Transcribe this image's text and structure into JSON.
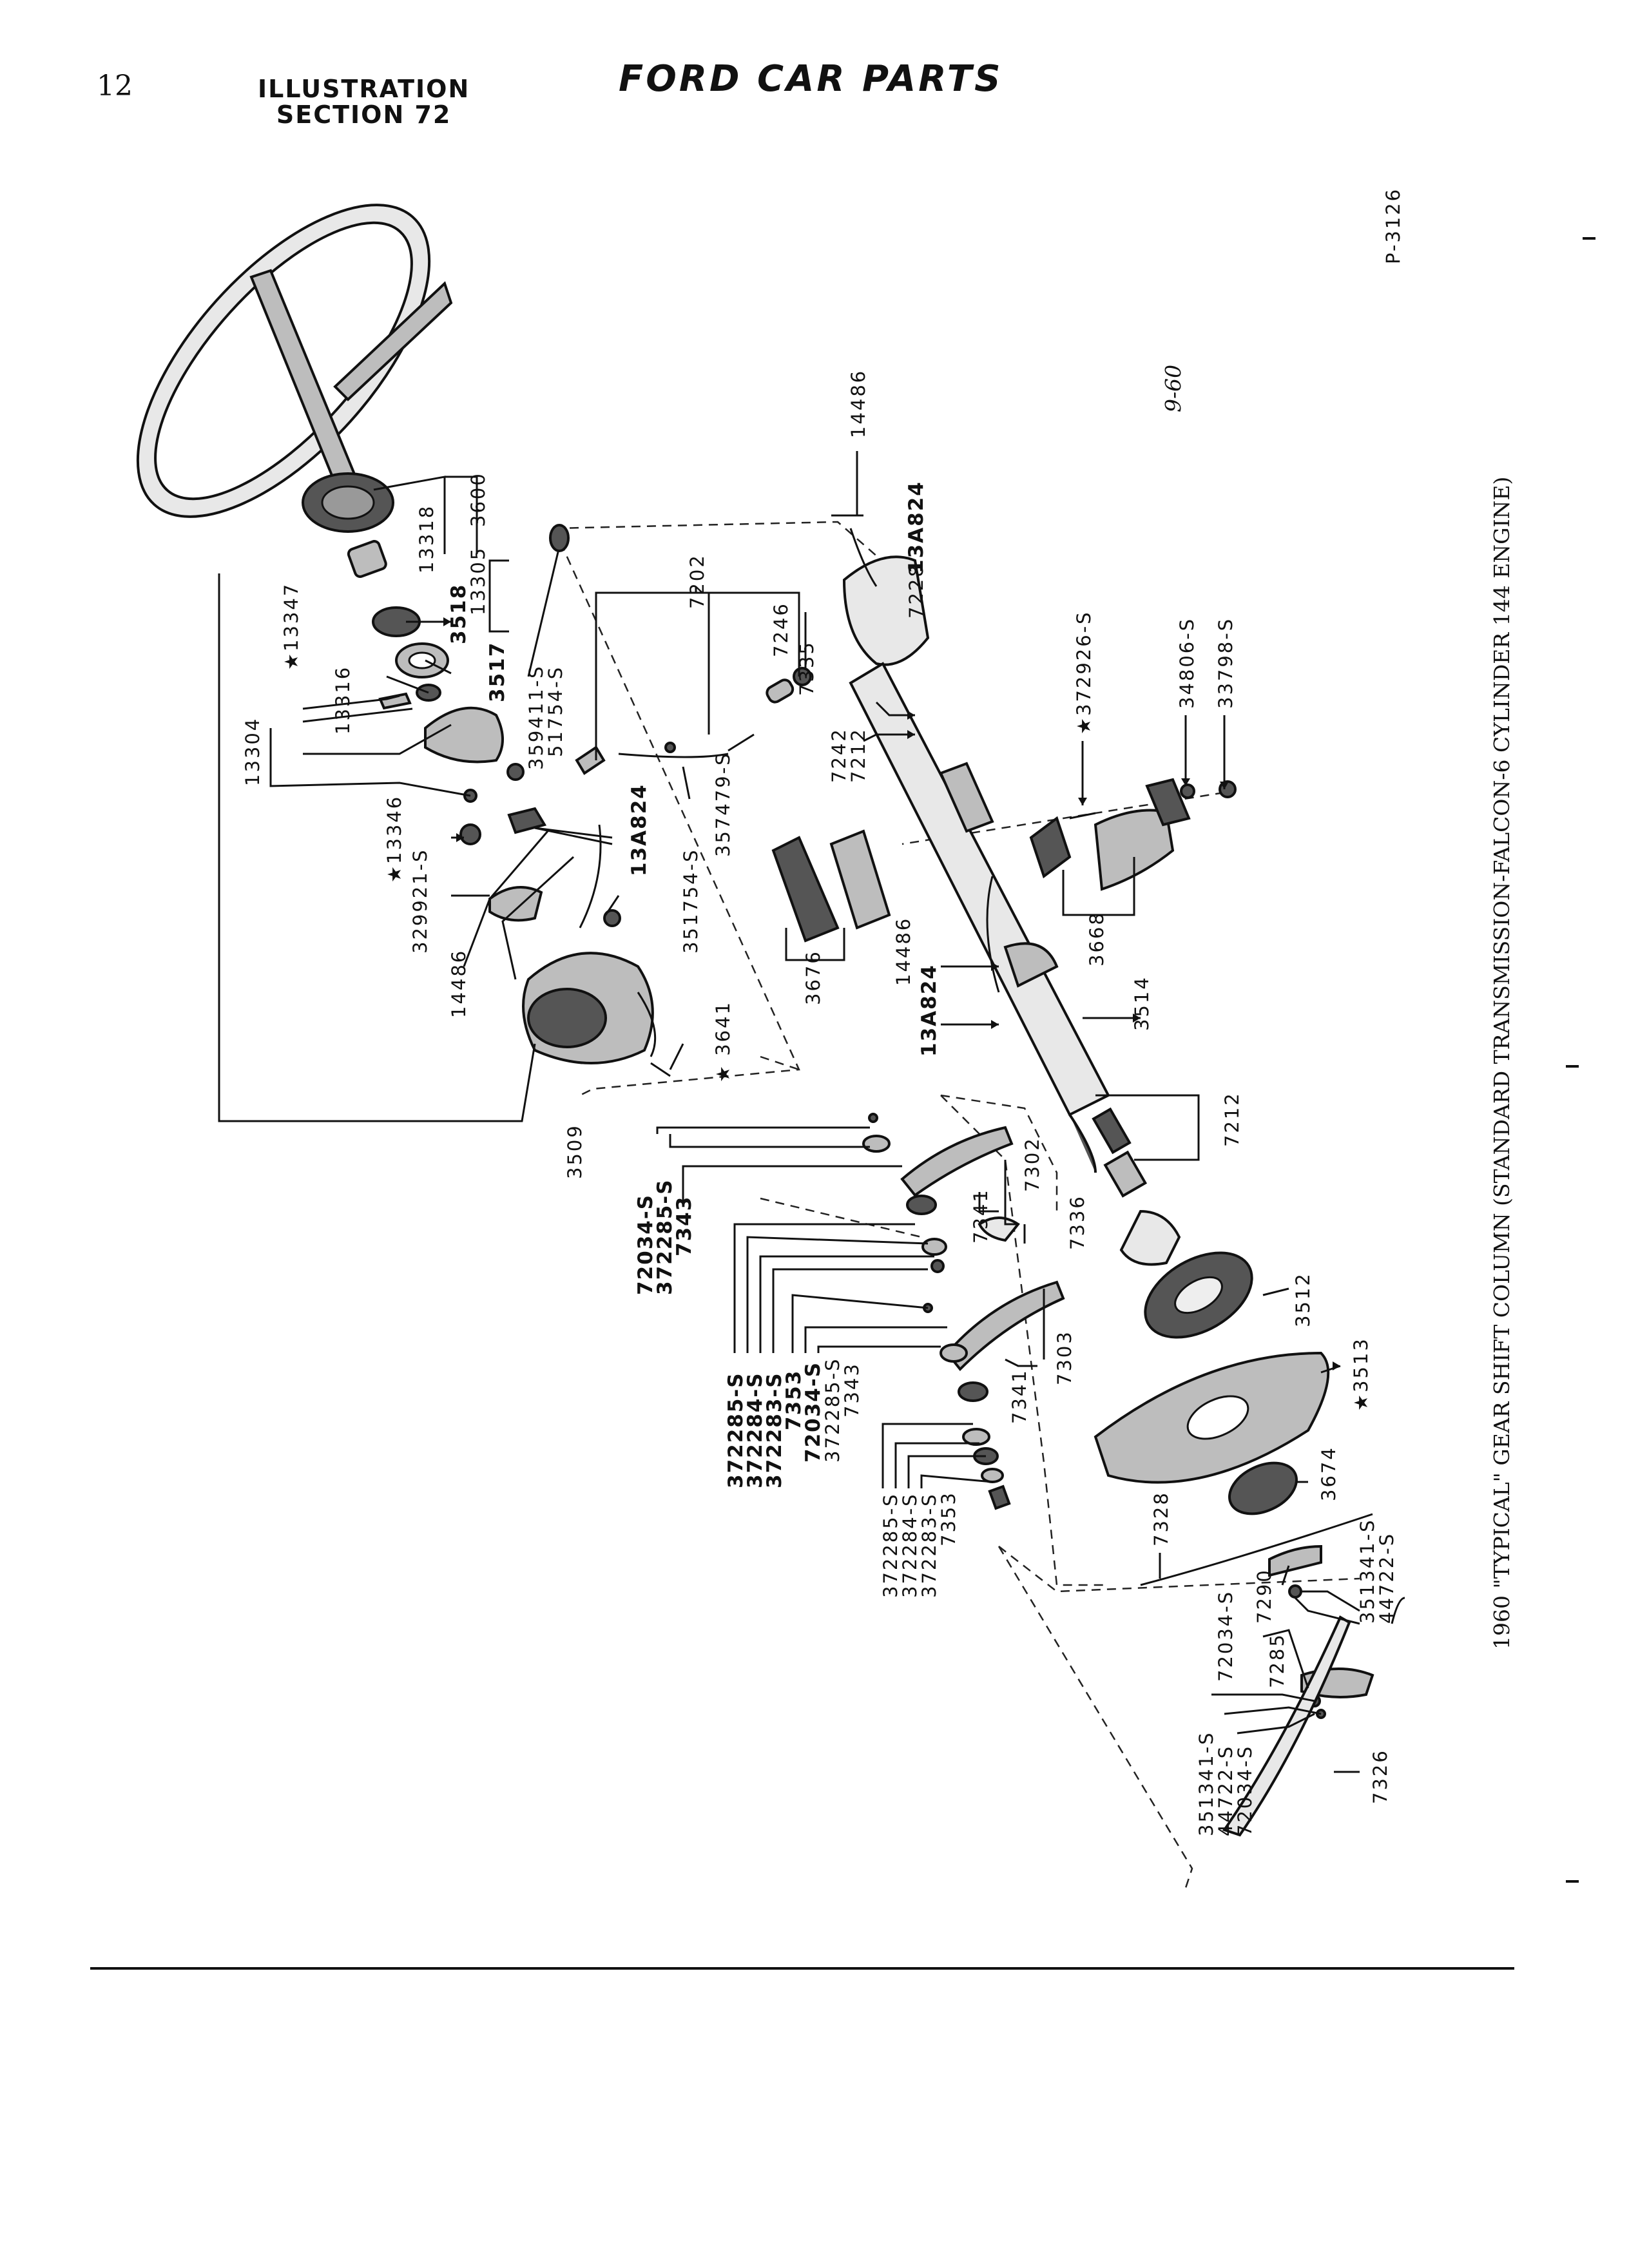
{
  "header": {
    "page_number": "12",
    "illustration_line1": "ILLUSTRATION",
    "illustration_line2": "SECTION 72",
    "brand": "FORD CAR PARTS"
  },
  "figure": {
    "ref_code": "P-3126",
    "date": "9-60",
    "caption": "1960 \"TYPICAL\" GEAR SHIFT COLUMN (STANDARD TRANSMISSION-FALCON-6 CYLINDER 144 ENGINE)"
  },
  "labels": {
    "l3600": "3600",
    "l13318": "13318",
    "l13305": "13305",
    "l3518": "3518",
    "l3517": "3517",
    "l13347": "★13347",
    "l13316": "13316",
    "l13304": "13304",
    "l359411": "359411-S",
    "l51754": "51754-S",
    "l13346": "★13346",
    "l329921": "329921-S",
    "l13a824a": "13A824",
    "l351754": "351754-S",
    "l14486a": "14486",
    "l3641": "★ 3641",
    "l3509": "3509",
    "l7202": "7202",
    "l357479": "357479-S",
    "l7246": "7246",
    "l7335": "7335",
    "l14486b": "14486",
    "l13a824b": "13A824",
    "l7228": "7228",
    "l7242": "7242",
    "l7212a": "7212",
    "l372926": "★372926-S",
    "l34806": "34806-S",
    "l33798": "33798-S",
    "l3668": "3668",
    "l3676": "3676",
    "l14486c": "14486",
    "l13a824c": "13A824",
    "l3514": "3514",
    "l7212b": "7212",
    "l72034a": "72034-S",
    "l372285a": "372285-S",
    "l7343a": "7343",
    "l7302": "7302",
    "l7341a": "7341",
    "l7336": "7336",
    "l372285b": "372285-S",
    "l372284a": "372284-S",
    "l372283a": "372283-S",
    "l7353a": "7353",
    "l72034b": "72034-S",
    "l372285c": "372285-S",
    "l7343b": "7343",
    "l7341b": "7341",
    "l7303": "7303",
    "l3512": "3512",
    "l3513": "★3513",
    "l372285d": "372285-S",
    "l372284b": "372284-S",
    "l372283b": "372283-S",
    "l7353b": "7353",
    "l3674": "3674",
    "l7328": "7328",
    "l7290": "7290",
    "l351341a": "351341-S",
    "l44722a": "44722-S",
    "l72034c": "72034-S",
    "l7285": "7285",
    "l351341b": "351341-S",
    "l44722b": "44722-S",
    "l72034d": "72034-S",
    "l7326": "7326"
  }
}
